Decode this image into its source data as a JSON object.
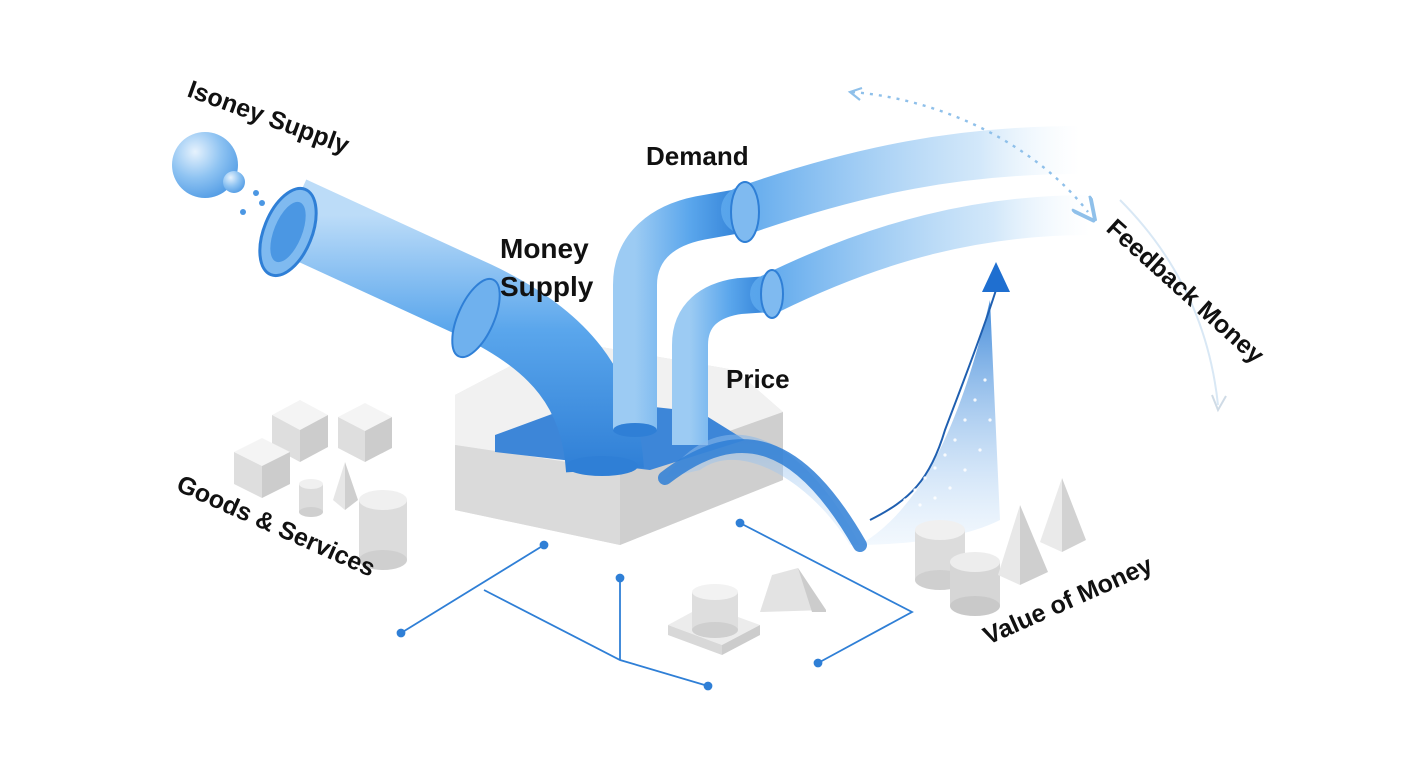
{
  "labels": {
    "isoney_supply": "Isoney Supply",
    "money_supply_line1": "Money",
    "money_supply_line2": "Supply",
    "demand": "Demand",
    "price": "Price",
    "feedback_money": "Feedback Money",
    "goods_services": "Goods & Services",
    "value_of_money": "Value of Money"
  },
  "colors": {
    "pipe": "#5aa6ec",
    "pipe_dark": "#2f7fd6",
    "liquid": "#3d86d8",
    "block_top": "#eeeeee",
    "block_side": "#d6d6d6",
    "connector": "#2f7fd6",
    "dotted_arrow": "#8fc0ea",
    "shape_light": "#eaeaea"
  }
}
